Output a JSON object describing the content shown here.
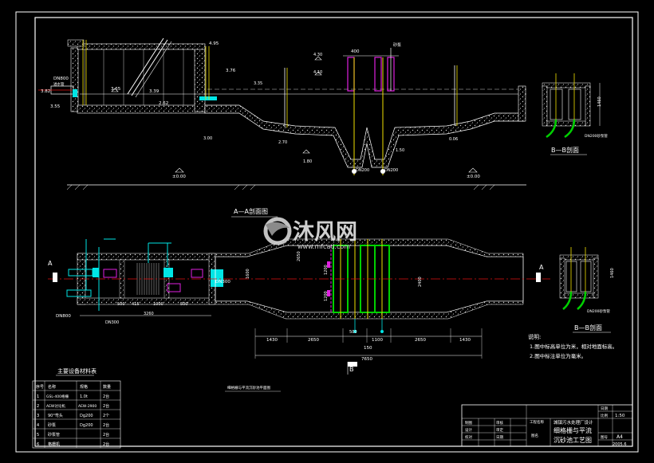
{
  "section_aa": {
    "title": "A—A剖面图",
    "elev_left_top": "3.82",
    "elev_left_bottom": "3.55",
    "dn_inlet": "DN800",
    "inlet_note": "进水管",
    "elev_365": "3.65",
    "elev_339": "3.39",
    "elev_262": "2.62",
    "elev_495": "4.95",
    "elev_376": "3.76",
    "elev_335": "3.35",
    "elev_300": "3.00",
    "elev_270": "2.70",
    "elev_430": "4.30",
    "elev_410": "4.10",
    "elev_180": "1.80",
    "elev_150": "1.50",
    "elev_006": "0.06",
    "dim_400": "400",
    "label_pipe": "砂泵",
    "dn200_a": "DN200",
    "dn200_b": "DN200",
    "ground_a": "±0.00",
    "ground_b": "±0.00"
  },
  "section_bb": {
    "title_top": "B—B剖面",
    "title_bottom": "B—B剖面",
    "dim_1460_top": "1460",
    "dim_1460_bottom": "1460",
    "pipe_note_top": "DN200砂泵管",
    "pipe_note_bottom": "DN200砂泵管"
  },
  "plan": {
    "dn_left": "DN800",
    "dn300": "DN300",
    "dn300b": "DN300",
    "dims_bottom_small": [
      "500",
      "415",
      "1000",
      "500"
    ],
    "dim_3260": "3260",
    "dims_row1": [
      "1430",
      "2650",
      "500",
      "1100",
      "2650",
      "1430"
    ],
    "dim_150": "150",
    "dim_7650": "7650",
    "dim_1200a": "1200",
    "dim_1200b": "1200",
    "dim_2400": "2400",
    "dim_1600": "1600",
    "dim_2650v": "2650",
    "dim_1100": "1100",
    "marker_a_left": "A",
    "marker_a_right": "A",
    "marker_b": "B",
    "plan_caption": "细格栅与平流沉砂池平面图"
  },
  "notes": {
    "heading": "说明:",
    "line1": "1.图中标高单位为米，相对地面标高。",
    "line2": "2.图中标注单位为毫米。"
  },
  "equipment_table": {
    "title": "主要设备材料表",
    "rows": [
      {
        "no": "序号",
        "name": "名称",
        "spec": "规格",
        "qty": "数量"
      },
      {
        "no": "1",
        "name": "GSL-400格栅",
        "spec": "1.0t",
        "qty": "2台"
      },
      {
        "no": "2",
        "name": "AEW讨论机",
        "spec": "AEW-2900",
        "qty": "2台"
      },
      {
        "no": "3",
        "name": "90°弯头",
        "spec": "Dg200",
        "qty": "2个"
      },
      {
        "no": "4",
        "name": "砂泵",
        "spec": "Dg200",
        "qty": "2台"
      },
      {
        "no": "5",
        "name": "砂泵管",
        "spec": "",
        "qty": "2台"
      },
      {
        "no": "6",
        "name": "格栅机",
        "spec": "",
        "qty": "2台"
      }
    ]
  },
  "title_block": {
    "project": "工程名称",
    "project_value": "城镇污水处理厂设计",
    "drawing_name_1": "细格栅与平流",
    "drawing_name_2": "沉砂池工艺图",
    "scale_label": "比例",
    "scale_value": "1:50",
    "sheet_label": "图号",
    "sheet_value": "A4",
    "date_value": "2005.6",
    "roles": [
      "制图",
      "设计",
      "校对",
      "审核",
      "审定",
      "日期"
    ],
    "label_tu": "图名",
    "label_ri": "日期"
  },
  "watermark": {
    "brand": "沐风网",
    "url": "www.mfcad.com"
  },
  "colors": {
    "line": "#ffffff",
    "accent_cyan": "#00e5e5",
    "accent_yellow": "#f0e000",
    "accent_green": "#00d000",
    "accent_magenta": "#e020e0",
    "centerline_red": "#e01010"
  }
}
